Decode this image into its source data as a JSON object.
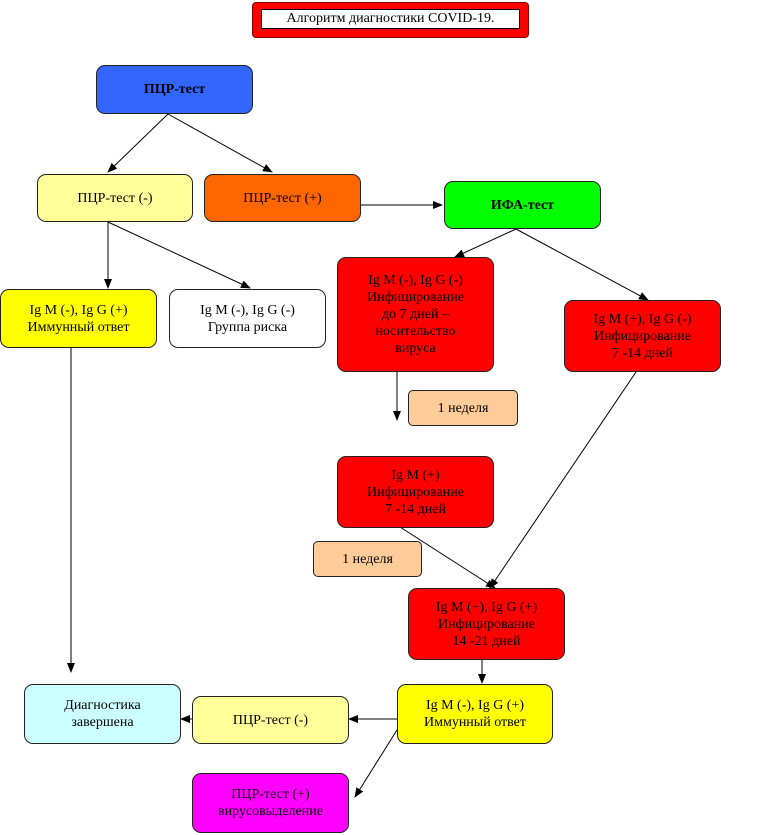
{
  "title": "Алгоритм диагностики COVID-19.",
  "colors": {
    "blue": "#3366ff",
    "light_yellow": "#ffff99",
    "orange": "#ff6600",
    "green": "#00ff00",
    "yellow": "#ffff00",
    "white": "#ffffff",
    "red": "#ff0000",
    "peach": "#ffcc99",
    "light_cyan": "#ccffff",
    "magenta": "#ff00ff"
  },
  "nodes": {
    "pcr_test": "ПЦР-тест",
    "pcr_negative": "ПЦР-тест (-)",
    "pcr_positive": "ПЦР-тест (+)",
    "ifa_test": "ИФА-тест",
    "igm_neg_igg_pos_immune": "Ig M (-), Ig G (+)\nИммунный ответ",
    "igm_neg_igg_neg_risk": "Ig M (-), Ig G (-)\nГруппа риска",
    "igm_neg_igg_neg_carrier": "Ig M (-), Ig G (-)\nИнфицирование\nдо 7 дней –\nносительство\nвируса",
    "igm_pos_igg_neg": "Ig M (+), Ig G (-)\nИнфицирование\n7 -14 дней",
    "week_1_a": "1 неделя",
    "igm_pos": "Ig M (+)\nИнфицирование\n7 -14 дней",
    "week_1_b": "1 неделя",
    "igm_pos_igg_pos": "Ig M (+), Ig G (+)\nИнфицирование\n14 -21 дней",
    "diagnostics_done": "Диагностика\nзавершена",
    "pcr_negative_final": "ПЦР-тест (-)",
    "igm_neg_igg_pos_final": "Ig M (-), Ig G (+)\nИммунный ответ",
    "pcr_positive_shedding": "ПЦР-тест (+)\nвирусовыделение"
  }
}
